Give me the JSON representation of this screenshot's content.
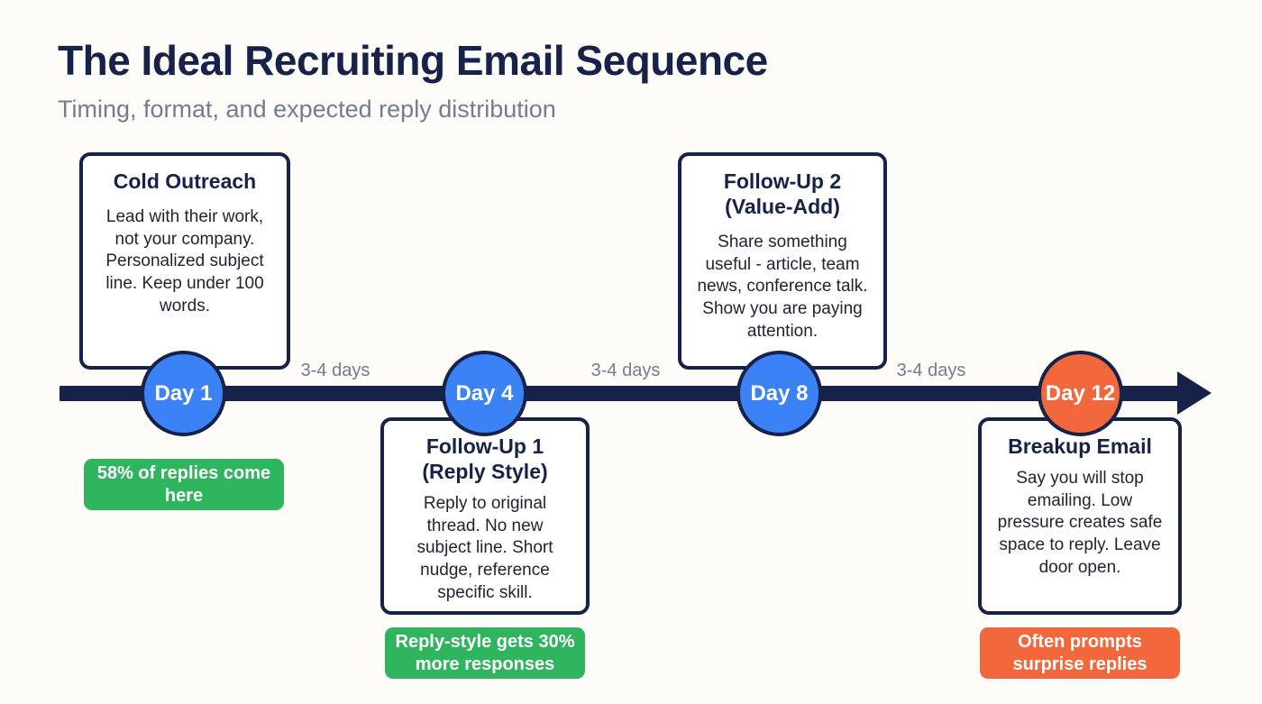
{
  "header": {
    "title": "The Ideal Recruiting Email Sequence",
    "subtitle": "Timing, format, and expected reply distribution"
  },
  "timeline": {
    "nodes": [
      {
        "label": "Day 1",
        "color": "#3b82f6"
      },
      {
        "label": "Day 4",
        "color": "#3b82f6"
      },
      {
        "label": "Day 8",
        "color": "#3b82f6"
      },
      {
        "label": "Day 12",
        "color": "#f2683c"
      }
    ],
    "intervals": [
      {
        "label": "3-4 days"
      },
      {
        "label": "3-4 days"
      },
      {
        "label": "3-4 days"
      }
    ],
    "axis_color": "#16224a"
  },
  "cards": [
    {
      "title": "Cold Outreach",
      "body": "Lead with their work, not your company. Personalized subject line. Keep under 100 words.",
      "position": "above"
    },
    {
      "title": "Follow-Up 1 (Reply Style)",
      "body": "Reply to original thread. No new subject line. Short nudge, reference specific skill.",
      "position": "below"
    },
    {
      "title": "Follow-Up 2 (Value-Add)",
      "body": "Share something useful - article, team news, conference talk. Show you are paying attention.",
      "position": "above"
    },
    {
      "title": "Breakup Email",
      "body": "Say you will stop emailing. Low pressure creates safe space to reply. Leave door open.",
      "position": "below"
    }
  ],
  "badges": [
    {
      "text": "58% of replies come here",
      "color": "#2eb55d"
    },
    {
      "text": "Reply-style gets 30% more responses",
      "color": "#2eb55d"
    },
    {
      "text": "Often prompts surprise replies",
      "color": "#f2683c"
    }
  ],
  "colors": {
    "background": "#fdfcf8",
    "navy": "#16224a",
    "blue": "#3b82f6",
    "green": "#2eb55d",
    "orange": "#f2683c",
    "muted_text": "#737d8e"
  }
}
